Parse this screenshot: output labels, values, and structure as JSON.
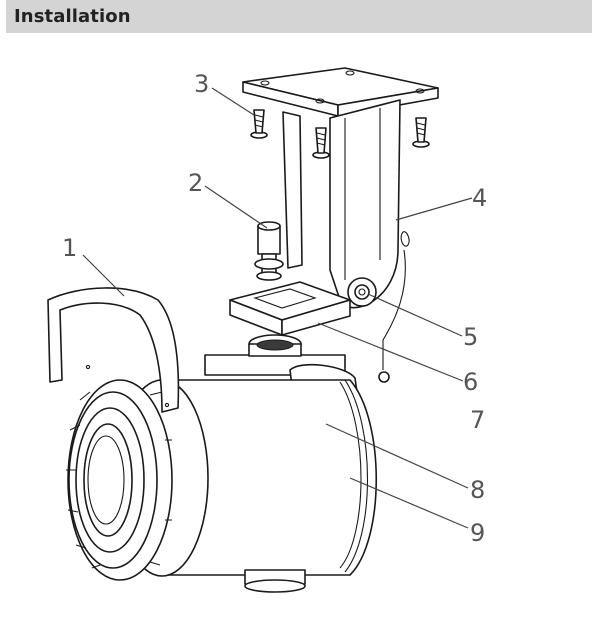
{
  "header": {
    "title": "Installation",
    "background": "#d4d4d4"
  },
  "callouts": [
    "1",
    "2",
    "3",
    "4",
    "5",
    "6",
    "7",
    "8",
    "9"
  ]
}
